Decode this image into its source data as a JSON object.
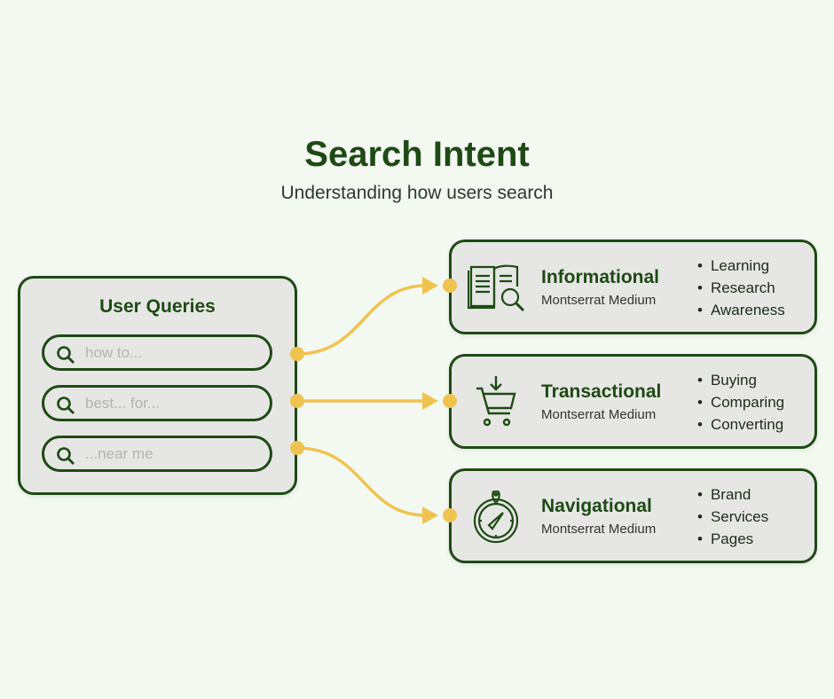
{
  "header": {
    "title": "Search Intent",
    "subtitle": "Understanding how users search"
  },
  "queries": {
    "title": "User Queries",
    "items": [
      {
        "placeholder": "how to...",
        "icon": "search-icon"
      },
      {
        "placeholder": "best... for...",
        "icon": "search-icon"
      },
      {
        "placeholder": "...near me",
        "icon": "search-icon"
      }
    ]
  },
  "intents": [
    {
      "name": "Informational",
      "subtitle": "Montserrat Medium",
      "icon": "book-search-icon",
      "bullets": [
        "Learning",
        "Research",
        "Awareness"
      ]
    },
    {
      "name": "Transactional",
      "subtitle": "Montserrat Medium",
      "icon": "cart-icon",
      "bullets": [
        "Buying",
        "Comparing",
        "Converting"
      ]
    },
    {
      "name": "Navigational",
      "subtitle": "Montserrat Medium",
      "icon": "compass-icon",
      "bullets": [
        "Brand",
        "Services",
        "Pages"
      ]
    }
  ],
  "colors": {
    "primary": "#1e4a14",
    "accent": "#f0c350",
    "panel": "#e6e7e4",
    "background": "#f3f9f1"
  }
}
